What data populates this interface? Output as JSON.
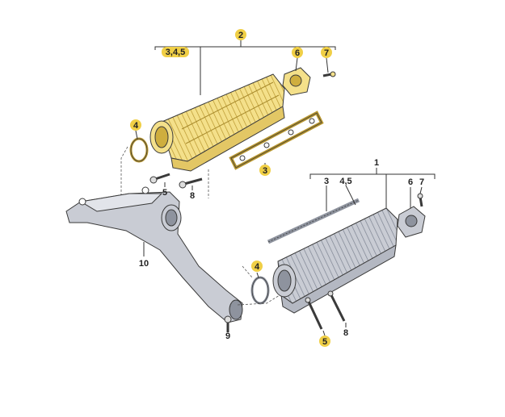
{
  "colors": {
    "highlight": "#f2d35a",
    "part_yellow": "#f4e08a",
    "part_yellow_dark": "#cfae3e",
    "part_grey": "#c9ccd4",
    "part_grey_dark": "#8e939e",
    "badge": "#f0cf46"
  },
  "callouts": {
    "top": {
      "bracket": "2",
      "group": "3,4,5",
      "housing_cover": "6",
      "housing_screw": "7",
      "gasket": "3",
      "seal": "4",
      "bolt_a": "5",
      "bolt_b": "8"
    },
    "bottom": {
      "bracket": "1",
      "gasket": "3",
      "seal_group": "4,5",
      "housing_cover": "6",
      "housing_screw": "7",
      "seal": "4",
      "bolt_a": "5",
      "bolt_b": "8",
      "bolt_c": "9",
      "manifold": "10"
    }
  }
}
